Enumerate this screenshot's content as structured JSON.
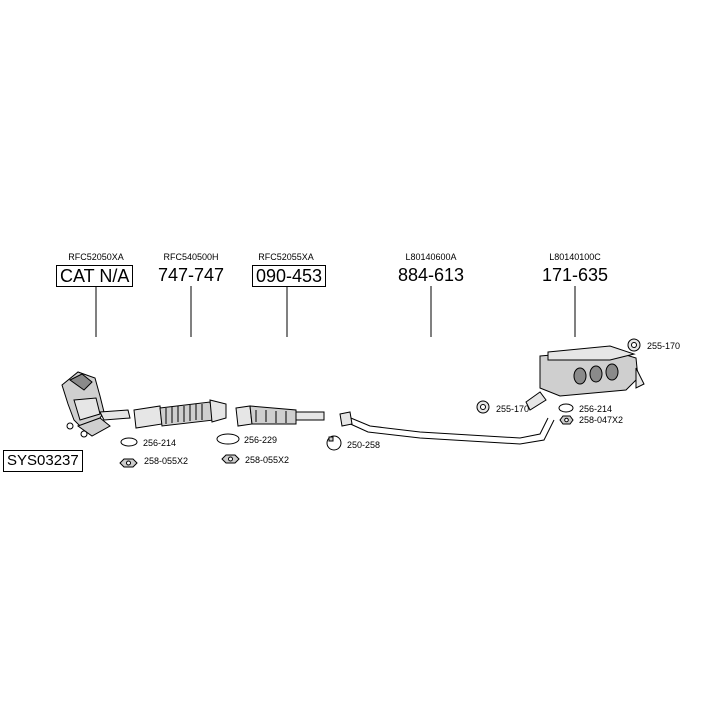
{
  "system_code": "SYS03237",
  "main_parts": [
    {
      "oem": "RFC52050XA",
      "number": "CAT N/A",
      "boxed": true
    },
    {
      "oem": "RFC540500H",
      "number": "747-747",
      "boxed": false
    },
    {
      "oem": "RFC52055XA",
      "number": "090-453",
      "boxed": true
    },
    {
      "oem": "L80140600A",
      "number": "884-613",
      "boxed": false
    },
    {
      "oem": "L80140100C",
      "number": "171-635",
      "boxed": false
    }
  ],
  "accessories": [
    {
      "label": "256-214",
      "icon": "gasket-icon"
    },
    {
      "label": "258-055X2",
      "icon": "nut-icon"
    },
    {
      "label": "256-229",
      "icon": "gasket-icon"
    },
    {
      "label": "258-055X2",
      "icon": "nut-icon"
    },
    {
      "label": "250-258",
      "icon": "clamp-icon"
    },
    {
      "label": "255-170",
      "icon": "rubber-hanger-icon"
    },
    {
      "label": "255-170",
      "icon": "rubber-hanger-icon"
    },
    {
      "label": "256-214",
      "icon": "gasket-icon"
    },
    {
      "label": "258-047X2",
      "icon": "nut-icon"
    }
  ],
  "colors": {
    "line": "#000000",
    "part_fill": "#cfcfcf",
    "part_dark": "#8a8a8a"
  }
}
